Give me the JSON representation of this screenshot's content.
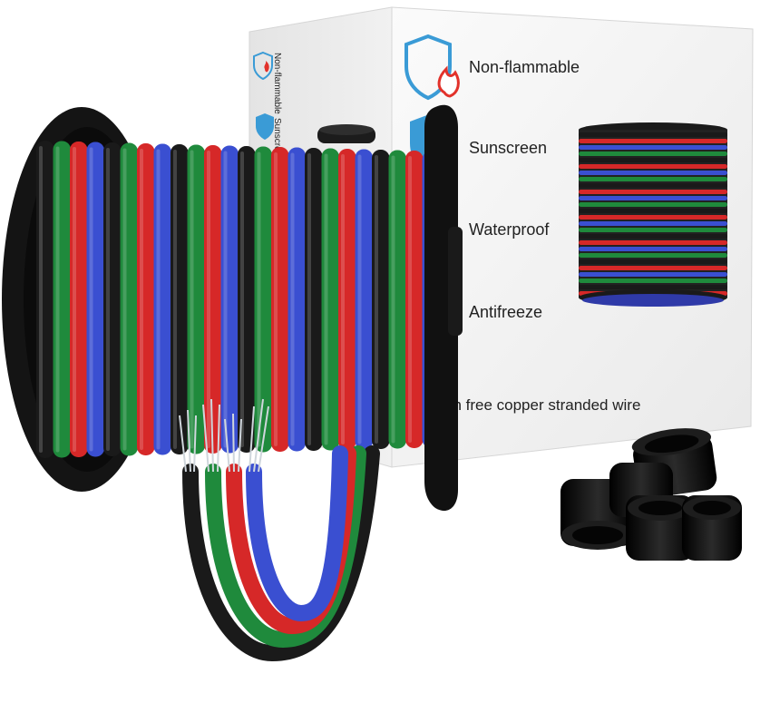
{
  "box": {
    "features": [
      {
        "label": "Non-flammable",
        "icon": "shield-fire-icon"
      },
      {
        "label": "Sunscreen",
        "icon": "shield-sun-icon"
      },
      {
        "label": "Waterproof",
        "icon": "shield-water-icon"
      },
      {
        "label": "Antifreeze",
        "icon": "shield-snowflake-icon"
      }
    ],
    "side_label": "Non-flammable",
    "side_label_2": "Sunscreen",
    "bottom_text": "en free copper stranded wire"
  },
  "colors": {
    "black": "#1a1a1a",
    "red": "#d62828",
    "green": "#1f8a3c",
    "blue": "#3a4fd1",
    "box_front": "#f4f4f4",
    "box_side": "#ececec",
    "icon_blue": "#3a9bd6",
    "icon_red": "#e2322b"
  }
}
